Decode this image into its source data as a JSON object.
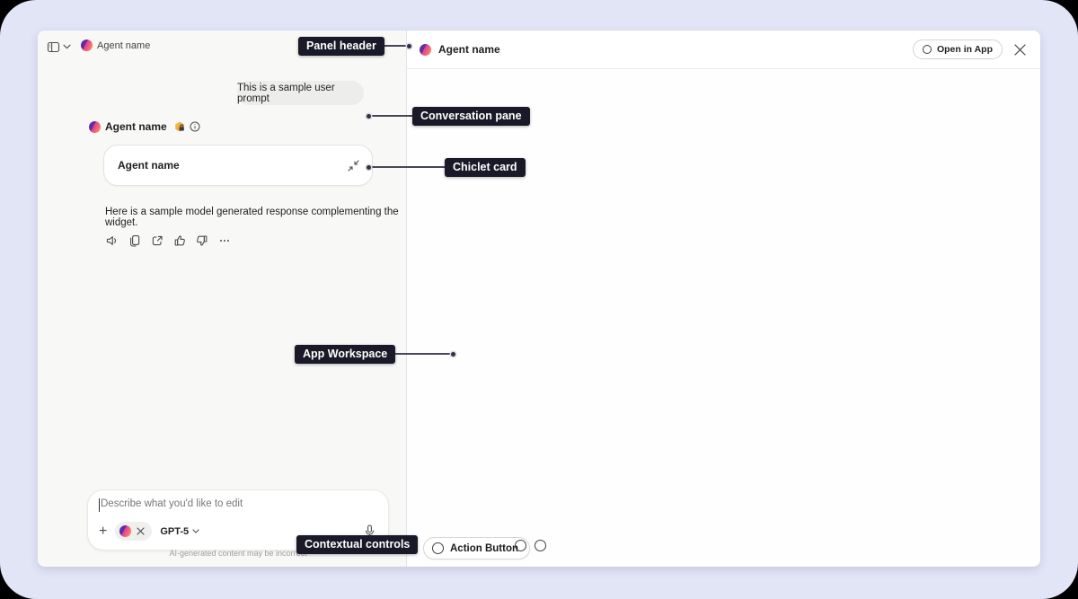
{
  "colors": {
    "canvas_bg": "#e2e5f6",
    "annotation_bg": "#191927",
    "logo_purple": "#5e2cae",
    "logo_pink": "#e84a86",
    "logo_orange": "#f7a03c"
  },
  "annotations": {
    "panel_header": "Panel header",
    "conversation_pane": "Conversation pane",
    "chiclet_card": "Chiclet card",
    "app_workspace": "App Workspace",
    "contextual_controls": "Contextual controls"
  },
  "left_pane": {
    "header": {
      "agent_name": "Agent name"
    },
    "conversation": {
      "user_message": "This is a sample user prompt",
      "agent_name": "Agent name",
      "chiclet_title": "Agent name",
      "response": "Here is a sample model generated response complementing the widget."
    },
    "composer": {
      "placeholder": "Describe what you'd like to edit",
      "model": "GPT-5",
      "disclaimer": "AI-generated content may be incorrect"
    }
  },
  "right_pane": {
    "header": {
      "agent_name": "Agent name",
      "open_in_app": "Open in App"
    },
    "controls": {
      "action_button": "Action Button"
    }
  }
}
